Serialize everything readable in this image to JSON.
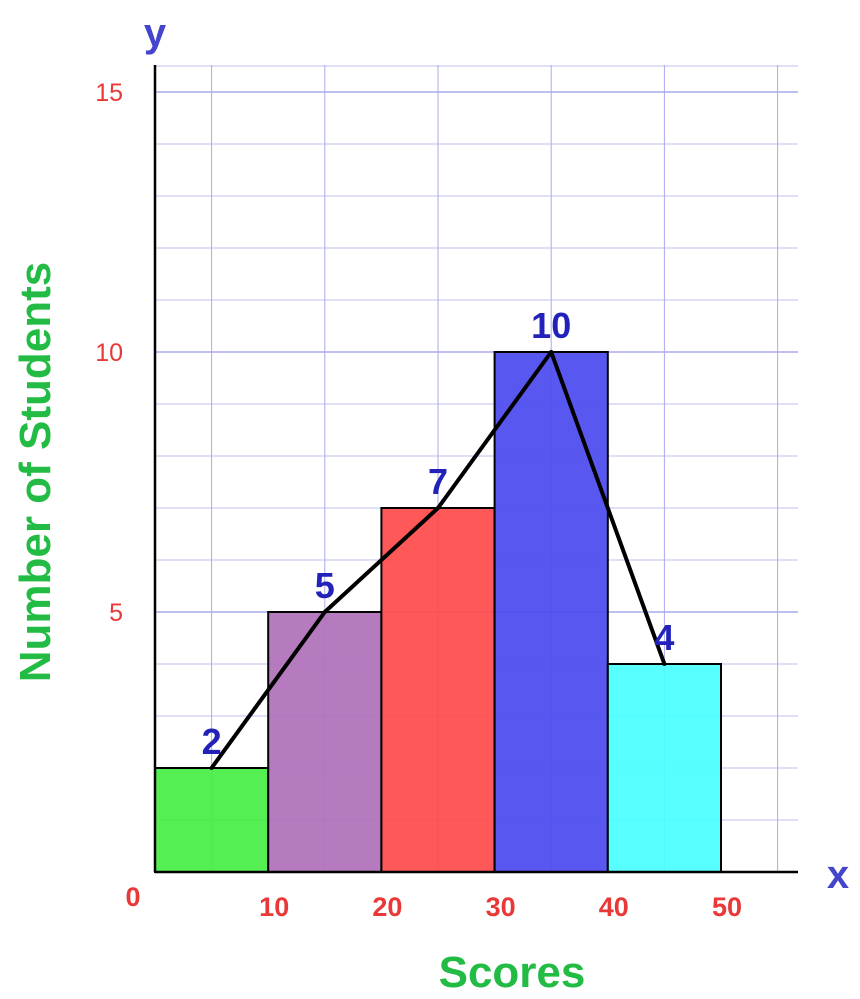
{
  "chart_data": {
    "type": "bar",
    "subtype": "histogram with frequency polygon",
    "x_edges": [
      0,
      10,
      20,
      30,
      40,
      50
    ],
    "categories": [
      "0-10",
      "10-20",
      "20-30",
      "30-40",
      "40-50"
    ],
    "values": [
      2,
      5,
      7,
      10,
      4
    ],
    "data_labels": [
      "2",
      "5",
      "7",
      "10",
      "4"
    ],
    "bar_colors": [
      "#44ee44",
      "#b070b8",
      "#ff4a4a",
      "#4a4af0",
      "#4affff"
    ],
    "polygon": {
      "x": [
        5,
        15,
        25,
        35,
        45
      ],
      "y": [
        2,
        5,
        7,
        10,
        4
      ],
      "color": "#000000"
    },
    "xlabel": "Scores",
    "ylabel": "Number of Students",
    "x_axis_letter": "x",
    "y_axis_letter": "y",
    "xlim": [
      0,
      55
    ],
    "ylim": [
      0,
      15
    ],
    "x_ticks": [
      "0",
      "10",
      "20",
      "30",
      "40",
      "50"
    ],
    "y_ticks": [
      "5",
      "10",
      "15"
    ],
    "grid": true,
    "colors": {
      "grid": "#aaaaee",
      "axis": "#000000",
      "tick_labels": "#e83838",
      "axis_title": "#22bb44",
      "data_labels": "#2222bb",
      "axis_letters": "#4444cc"
    }
  }
}
